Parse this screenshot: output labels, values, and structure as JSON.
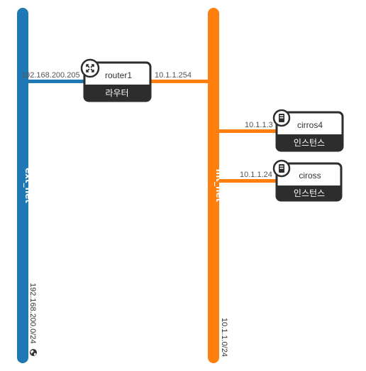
{
  "networks": [
    {
      "id": "ext",
      "name": "ext_net",
      "cidr": "192.168.200.0/24",
      "color": "#1f77b4",
      "external": true,
      "icon": "globe-icon"
    },
    {
      "id": "int",
      "name": "int_net",
      "cidr": "10.1.1.0/24",
      "color": "#ff7f0e",
      "external": false
    }
  ],
  "devices": [
    {
      "id": "router1",
      "name": "router1",
      "type_label": "라우터",
      "icon": "router-icon",
      "ports": [
        {
          "network": "ext",
          "ip": "192.168.200.205"
        },
        {
          "network": "int",
          "ip": "10.1.1.254"
        }
      ]
    },
    {
      "id": "cirros4",
      "name": "cirros4",
      "type_label": "인스턴스",
      "icon": "server-icon",
      "ports": [
        {
          "network": "int",
          "ip": "10.1.1.3"
        }
      ]
    },
    {
      "id": "ciross",
      "name": "ciross",
      "type_label": "인스턴스",
      "icon": "server-icon",
      "ports": [
        {
          "network": "int",
          "ip": "10.1.1.24"
        }
      ]
    }
  ],
  "colors": {
    "device_dark": "#2d2d2d",
    "device_fill": "#ffffff"
  }
}
